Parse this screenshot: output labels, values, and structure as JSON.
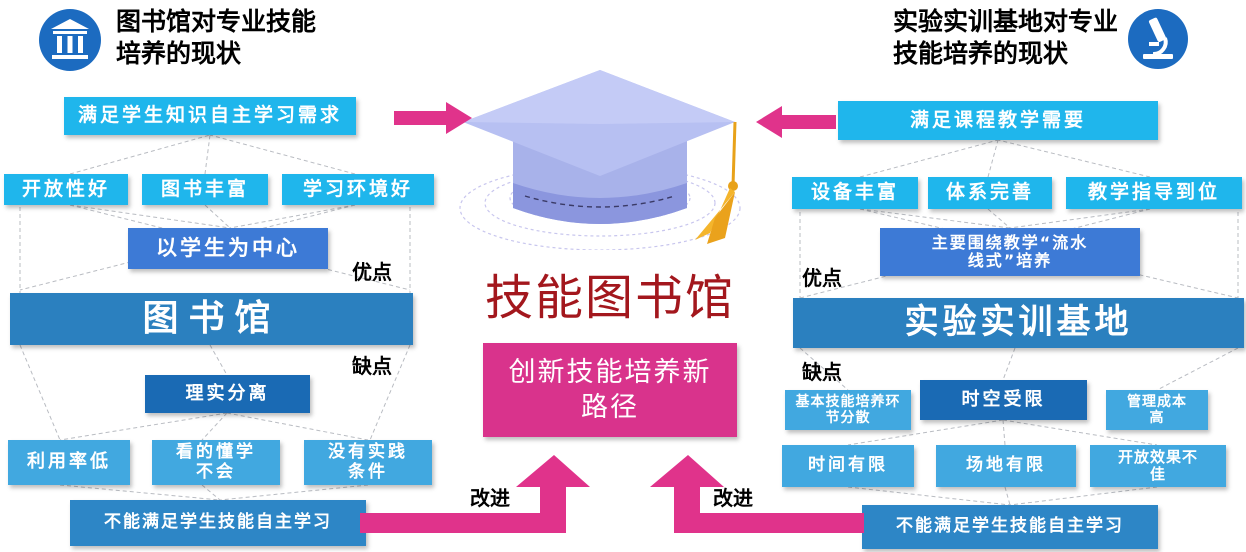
{
  "left": {
    "title": "图书馆对专业技能培养的现状",
    "top_need": "满足学生知识自主学习需求",
    "merits": [
      "开放性好",
      "图书丰富",
      "学习环境好"
    ],
    "center": "以学生为中心",
    "merit_label": "优点",
    "band": "图书馆",
    "flaw_label": "缺点",
    "flaw_center": "理实分离",
    "flaws": [
      "利用率低",
      "看的懂学不会",
      "没有实践条件"
    ],
    "bottom": "不能满足学生技能自主学习",
    "improve_label": "改进"
  },
  "center": {
    "title": "技能图书馆",
    "new_path": "创新技能培养新路径"
  },
  "right": {
    "title": "实验实训基地对专业技能培养的现状",
    "top_need": "满足课程教学需要",
    "merits": [
      "设备丰富",
      "体系完善",
      "教学指导到位"
    ],
    "center": "主要围绕教学“流水线式”培养",
    "merit_label": "优点",
    "band": "实验实训基地",
    "flaw_label": "缺点",
    "flaw_center": "时空受限",
    "flaws": [
      "基本技能培养环节分散",
      "管理成本高",
      "时间有限",
      "场地有限",
      "开放效果不佳"
    ],
    "bottom": "不能满足学生技能自主学习",
    "improve_label": "改进"
  },
  "colors": {
    "arrow": "#e0338b",
    "cyan_box": "#1fb6ec",
    "band": "#2b80bf",
    "navy_box": "#1a6ab4",
    "title_red": "#a3171d",
    "magenta_box": "#d9338c",
    "cap": "#b7c0f2"
  },
  "icons": [
    "library-icon",
    "microscope-icon",
    "graduation-cap-icon"
  ]
}
